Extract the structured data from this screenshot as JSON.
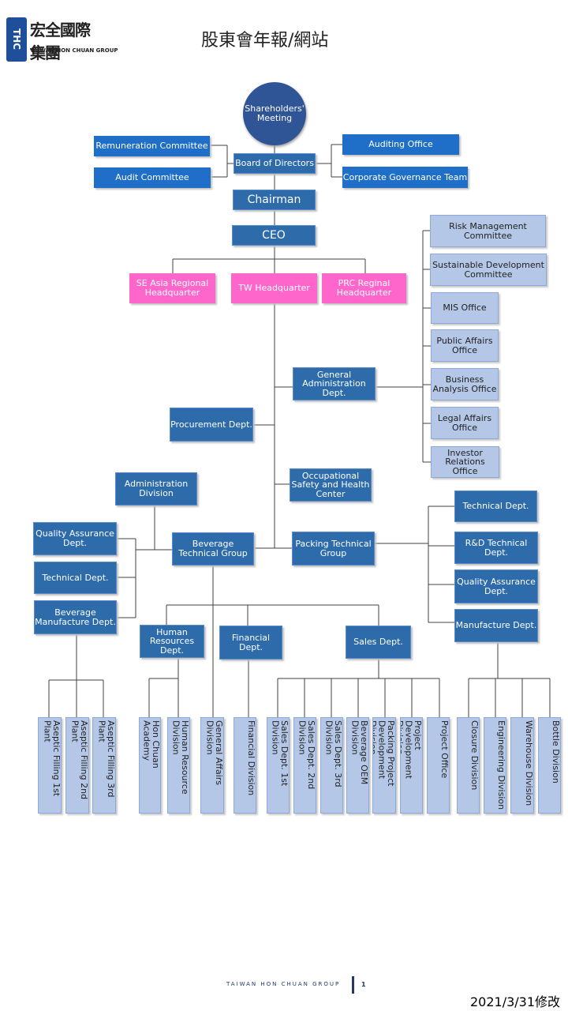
{
  "header": {
    "title": "股東會年報/網站",
    "logo_mark": "THC",
    "logo_cn": "宏全國際集團",
    "logo_en": "TAIWAN HON CHUAN GROUP"
  },
  "footer": {
    "company": "TAIWAN HON CHUAN GROUP",
    "page": "1",
    "revision": "2021/3/31修改"
  },
  "org": {
    "shareholders": "Shareholders' Meeting",
    "remuneration": "Remuneration Committee",
    "audit_committee": "Audit Committee",
    "board": "Board of Directors",
    "auditing_office": "Auditing Office",
    "governance_team": "Corporate Governance Team",
    "chairman": "Chairman",
    "ceo": "CEO",
    "se_asia": "SE Asia Regional Headquarter",
    "tw_hq": "TW Headquarter",
    "prc": "PRC Reginal Headquarter",
    "risk": "Risk Management Committee",
    "sustainable": "Sustainable Development Committee",
    "mis": "MIS Office",
    "public_affairs": "Public Affairs Office",
    "business_analysis": "Business Analysis Office",
    "legal": "Legal Affairs Office",
    "investor": "Investor Relations Office",
    "general_admin": "General Administration Dept.",
    "procurement": "Procurement Dept.",
    "occupational": "Occupational Safety and Health Center",
    "administration_div": "Administration Division",
    "bev_qa": "Quality Assurance Dept.",
    "bev_tech": "Technical Dept.",
    "bev_mfg": "Beverage Manufacture Dept.",
    "bev_group": "Beverage Technical Group",
    "packing_group": "Packing Technical Group",
    "pack_tech": "Technical Dept.",
    "pack_rd": "R&D Technical Dept.",
    "pack_qa": "Quality Assurance Dept.",
    "pack_mfg": "Manufacture Dept.",
    "hr": "Human Resources Dept.",
    "financial": "Financial Dept.",
    "sales": "Sales Dept."
  },
  "divisions": [
    "Aseptic Filling 1st Plant",
    "Aseptic Filling 2nd Plant",
    "Aseptic Filling 3rd Plant",
    "Hon Chuan Academy",
    "Human Resource Division",
    "General Affairs Division",
    "Financial Division",
    "Sales Dept. 1st Division",
    "Sales Dept. 2nd Division",
    "Sales Dept. 3rd Division",
    "Beverage OEM Division",
    "Packing Project Development Division",
    "Project Development Division",
    "Project  Office",
    "Closure Division",
    "Engineering Division",
    "Warehouse Division",
    "Bottle Division"
  ]
}
